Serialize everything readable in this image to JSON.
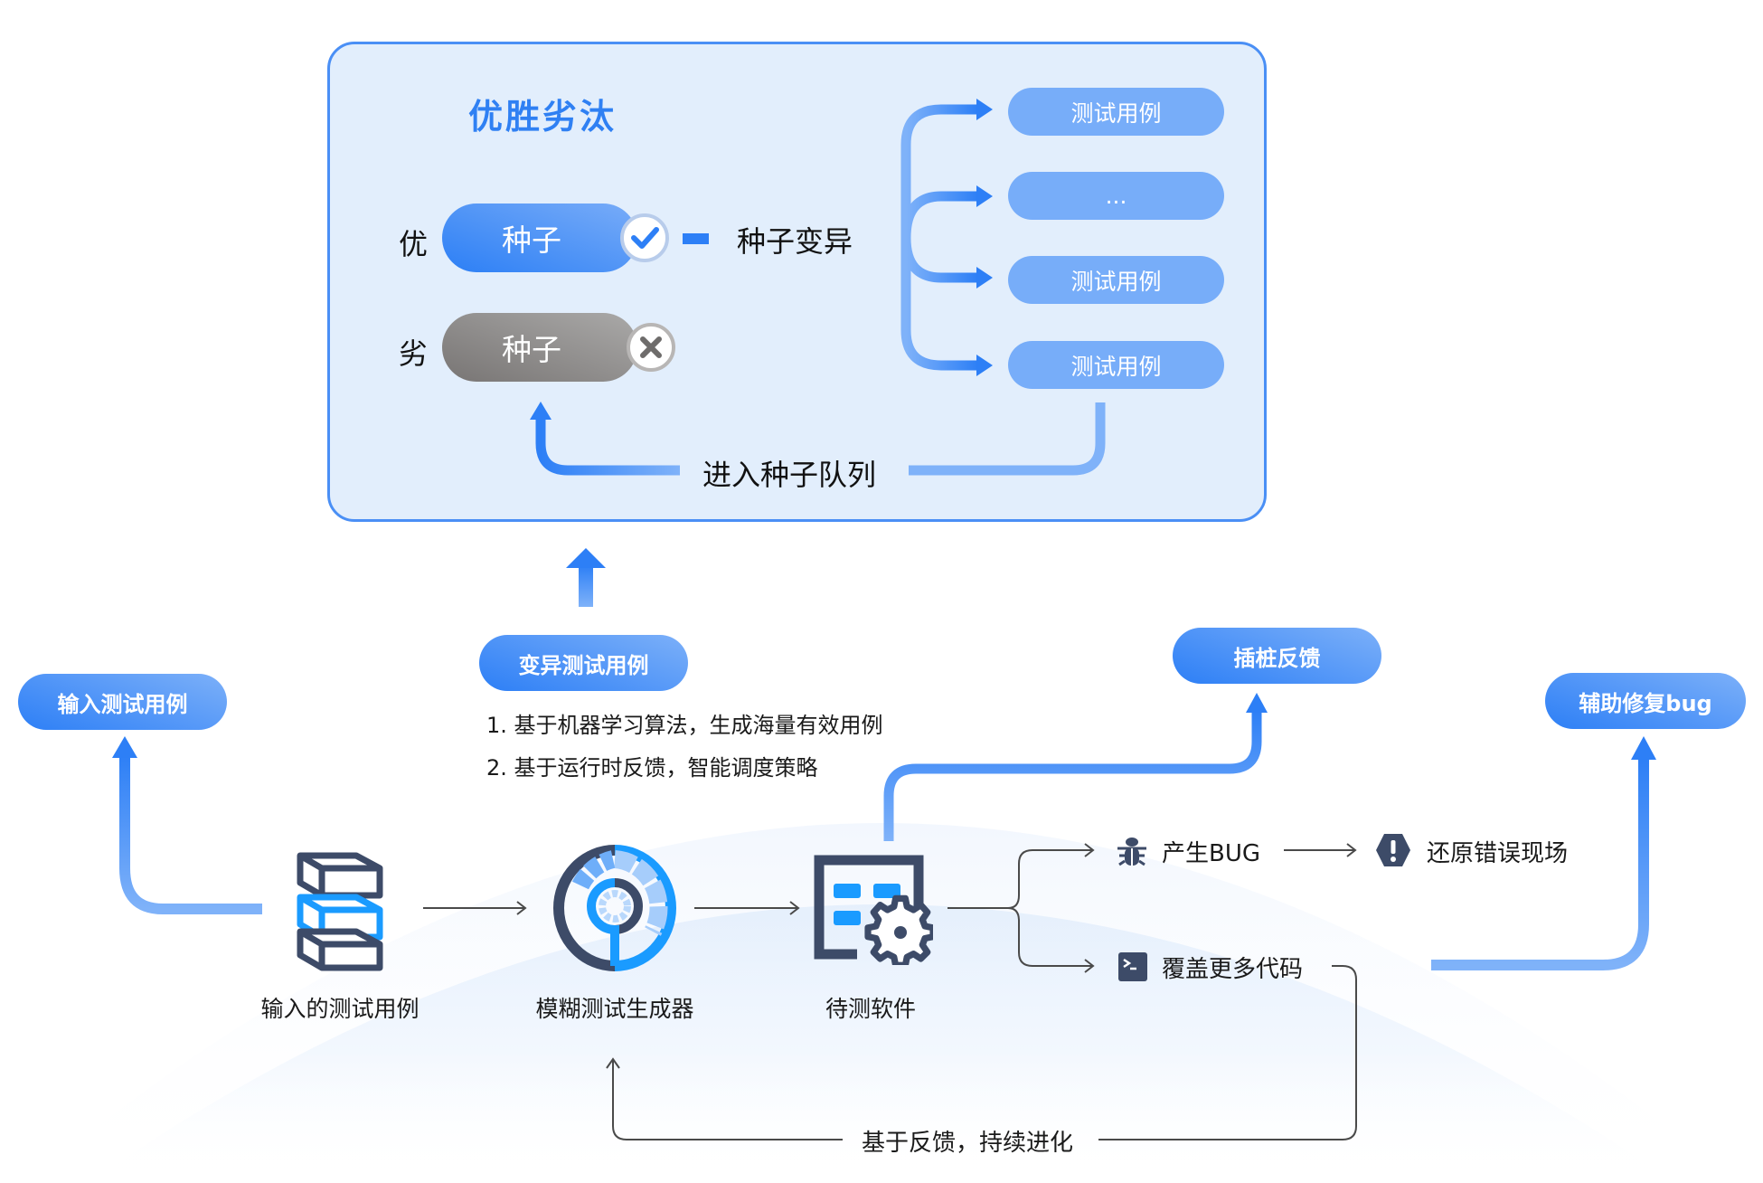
{
  "diagram": {
    "colors": {
      "primary_blue": "#2d7ff6",
      "light_blue": "#77adf9",
      "panel_fill": "#e2eefc",
      "panel_border": "#4a8ff5",
      "title_blue": "#2f80f3",
      "dark_icon": "#3d4b68",
      "icon_blue": "#1a9bff",
      "gray_seed": "#8e8c8b"
    },
    "selection_panel": {
      "title": "优胜劣汰",
      "good_label": "优",
      "bad_label": "劣",
      "good_seed": {
        "label": "种子",
        "status_icon": "check-icon"
      },
      "bad_seed": {
        "label": "种子",
        "status_icon": "cross-icon"
      },
      "mutation_label": "种子变异",
      "test_cases": [
        "测试用例",
        "...",
        "测试用例",
        "测试用例"
      ],
      "queue_label": "进入种子队列"
    },
    "tags": {
      "input_cases": "输入测试用例",
      "mutate_cases": "变异测试用例",
      "instrumentation": "插桩反馈",
      "assist_fix": "辅助修复bug"
    },
    "notes": [
      "1.  基于机器学习算法，生成海量有效用例",
      "2.  基于运行时反馈，智能调度策略"
    ],
    "flow_nodes": [
      {
        "label": "输入的测试用例",
        "icon": "stacked-boxes-icon"
      },
      {
        "label": "模糊测试生成器",
        "icon": "fuzz-generator-icon"
      },
      {
        "label": "待测软件",
        "icon": "software-gear-icon"
      }
    ],
    "branches": {
      "bug": {
        "label": "产生BUG",
        "icon": "bug-icon"
      },
      "restore": {
        "label": "还原错误现场",
        "icon": "alert-hexagon-icon"
      },
      "coverage": {
        "label": "覆盖更多代码",
        "icon": "terminal-icon"
      }
    },
    "feedback_loop_label": "基于反馈，持续进化"
  }
}
